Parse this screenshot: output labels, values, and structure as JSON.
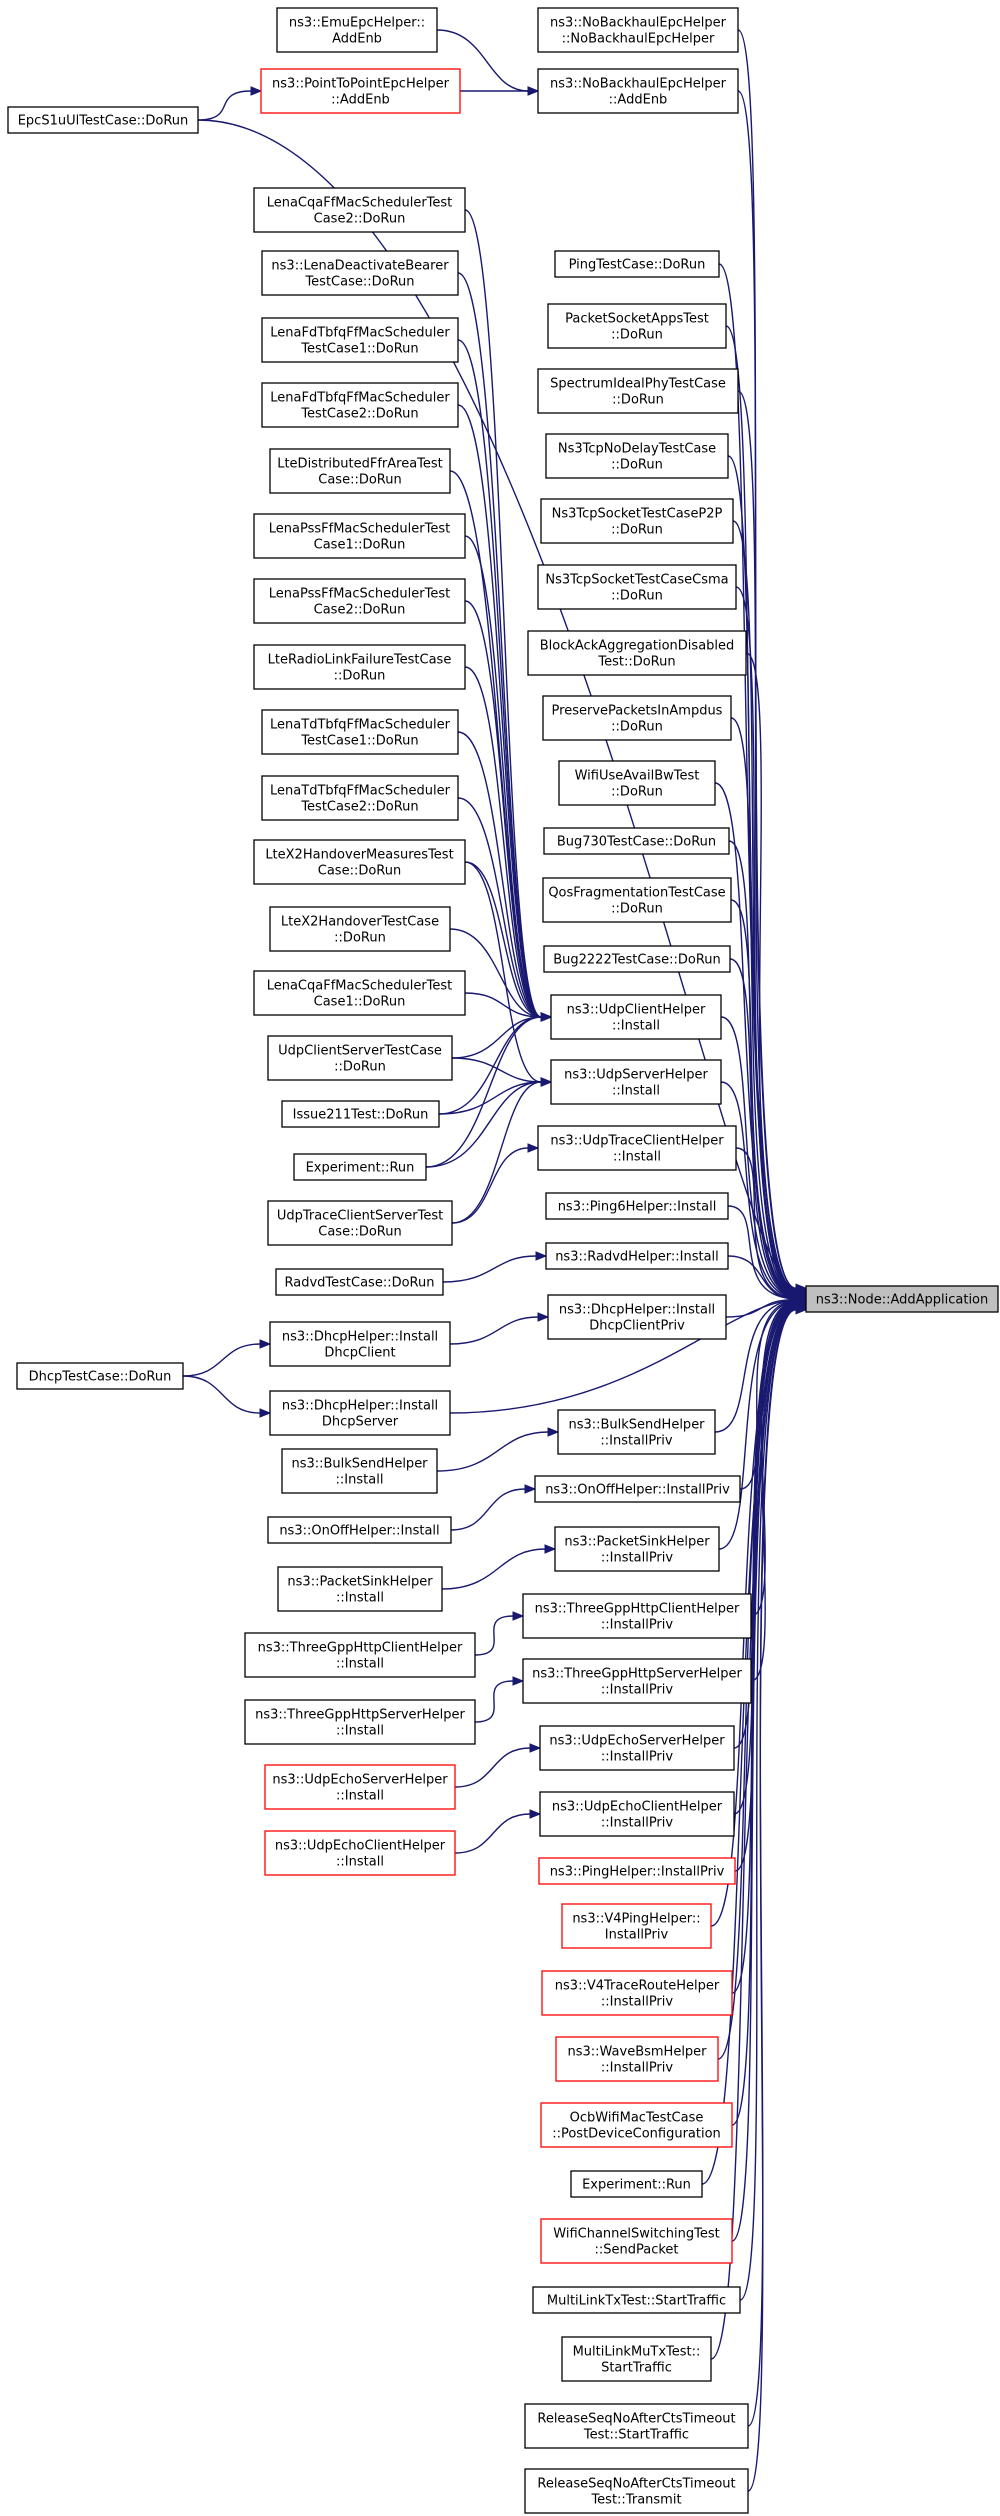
{
  "graph": {
    "title": "",
    "target": "ns3::Node::AddApplication",
    "nodes": [
      {
        "id": "target",
        "lines": [
          "ns3::Node::AddApplication"
        ],
        "target": true
      },
      {
        "id": "emuEpc",
        "lines": [
          "ns3::EmuEpcHelper::",
          "AddEnb"
        ]
      },
      {
        "id": "nbCtor",
        "lines": [
          "ns3::NoBackhaulEpcHelper",
          "::NoBackhaulEpcHelper"
        ]
      },
      {
        "id": "p2pEpc",
        "lines": [
          "ns3::PointToPointEpcHelper",
          "::AddEnb"
        ],
        "red": true
      },
      {
        "id": "nbAdd",
        "lines": [
          "ns3::NoBackhaulEpcHelper",
          "::AddEnb"
        ]
      },
      {
        "id": "epcS1u",
        "lines": [
          "EpcS1uUlTestCase::DoRun"
        ]
      },
      {
        "id": "cqa2",
        "lines": [
          "LenaCqaFfMacSchedulerTest",
          "Case2::DoRun"
        ]
      },
      {
        "id": "deact",
        "lines": [
          "ns3::LenaDeactivateBearer",
          "TestCase::DoRun"
        ]
      },
      {
        "id": "fdtb1",
        "lines": [
          "LenaFdTbfqFfMacScheduler",
          "TestCase1::DoRun"
        ]
      },
      {
        "id": "fdtb2",
        "lines": [
          "LenaFdTbfqFfMacScheduler",
          "TestCase2::DoRun"
        ]
      },
      {
        "id": "dffr",
        "lines": [
          "LteDistributedFfrAreaTest",
          "Case::DoRun"
        ]
      },
      {
        "id": "pss1",
        "lines": [
          "LenaPssFfMacSchedulerTest",
          "Case1::DoRun"
        ]
      },
      {
        "id": "pss2",
        "lines": [
          "LenaPssFfMacSchedulerTest",
          "Case2::DoRun"
        ]
      },
      {
        "id": "rlf",
        "lines": [
          "LteRadioLinkFailureTestCase",
          "::DoRun"
        ]
      },
      {
        "id": "tdtb1",
        "lines": [
          "LenaTdTbfqFfMacScheduler",
          "TestCase1::DoRun"
        ]
      },
      {
        "id": "tdtb2",
        "lines": [
          "LenaTdTbfqFfMacScheduler",
          "TestCase2::DoRun"
        ]
      },
      {
        "id": "x2meas",
        "lines": [
          "LteX2HandoverMeasuresTest",
          "Case::DoRun"
        ]
      },
      {
        "id": "x2ho",
        "lines": [
          "LteX2HandoverTestCase",
          "::DoRun"
        ]
      },
      {
        "id": "cqa1",
        "lines": [
          "LenaCqaFfMacSchedulerTest",
          "Case1::DoRun"
        ]
      },
      {
        "id": "udpcs",
        "lines": [
          "UdpClientServerTestCase",
          "::DoRun"
        ]
      },
      {
        "id": "issue211",
        "lines": [
          "Issue211Test::DoRun"
        ]
      },
      {
        "id": "expRun1",
        "lines": [
          "Experiment::Run"
        ]
      },
      {
        "id": "udptcs",
        "lines": [
          "UdpTraceClientServerTest",
          "Case::DoRun"
        ]
      },
      {
        "id": "radvdTc",
        "lines": [
          "RadvdTestCase::DoRun"
        ]
      },
      {
        "id": "dhcpTc",
        "lines": [
          "DhcpTestCase::DoRun"
        ]
      },
      {
        "id": "dhcpClient",
        "lines": [
          "ns3::DhcpHelper::Install",
          "DhcpClient"
        ]
      },
      {
        "id": "dhcpServer",
        "lines": [
          "ns3::DhcpHelper::Install",
          "DhcpServer"
        ]
      },
      {
        "id": "bulkInst",
        "lines": [
          "ns3::BulkSendHelper",
          "::Install"
        ]
      },
      {
        "id": "onoffInst",
        "lines": [
          "ns3::OnOffHelper::Install"
        ]
      },
      {
        "id": "sinkInst",
        "lines": [
          "ns3::PacketSinkHelper",
          "::Install"
        ]
      },
      {
        "id": "httpCInst",
        "lines": [
          "ns3::ThreeGppHttpClientHelper",
          "::Install"
        ]
      },
      {
        "id": "httpSInst",
        "lines": [
          "ns3::ThreeGppHttpServerHelper",
          "::Install"
        ]
      },
      {
        "id": "echoSInst",
        "lines": [
          "ns3::UdpEchoServerHelper",
          "::Install"
        ],
        "red": true
      },
      {
        "id": "echoCInst",
        "lines": [
          "ns3::UdpEchoClientHelper",
          "::Install"
        ],
        "red": true
      },
      {
        "id": "pingTc",
        "lines": [
          "PingTestCase::DoRun"
        ]
      },
      {
        "id": "psApps",
        "lines": [
          "PacketSocketAppsTest",
          "::DoRun"
        ]
      },
      {
        "id": "specPhy",
        "lines": [
          "SpectrumIdealPhyTestCase",
          "::DoRun"
        ]
      },
      {
        "id": "tcpNoDelay",
        "lines": [
          "Ns3TcpNoDelayTestCase",
          "::DoRun"
        ]
      },
      {
        "id": "tcpP2P",
        "lines": [
          "Ns3TcpSocketTestCaseP2P",
          "::DoRun"
        ]
      },
      {
        "id": "tcpCsma",
        "lines": [
          "Ns3TcpSocketTestCaseCsma",
          "::DoRun"
        ]
      },
      {
        "id": "blockAck",
        "lines": [
          "BlockAckAggregationDisabled",
          "Test::DoRun"
        ]
      },
      {
        "id": "preserve",
        "lines": [
          "PreservePacketsInAmpdus",
          "::DoRun"
        ]
      },
      {
        "id": "wifiBw",
        "lines": [
          "WifiUseAvailBwTest",
          "::DoRun"
        ]
      },
      {
        "id": "bug730",
        "lines": [
          "Bug730TestCase::DoRun"
        ]
      },
      {
        "id": "qosFrag",
        "lines": [
          "QosFragmentationTestCase",
          "::DoRun"
        ]
      },
      {
        "id": "bug2222",
        "lines": [
          "Bug2222TestCase::DoRun"
        ]
      },
      {
        "id": "udpClient",
        "lines": [
          "ns3::UdpClientHelper",
          "::Install"
        ]
      },
      {
        "id": "udpServer",
        "lines": [
          "ns3::UdpServerHelper",
          "::Install"
        ]
      },
      {
        "id": "udpTrace",
        "lines": [
          "ns3::UdpTraceClientHelper",
          "::Install"
        ]
      },
      {
        "id": "ping6",
        "lines": [
          "ns3::Ping6Helper::Install"
        ]
      },
      {
        "id": "radvd",
        "lines": [
          "ns3::RadvdHelper::Install"
        ]
      },
      {
        "id": "dhcpPriv",
        "lines": [
          "ns3::DhcpHelper::Install",
          "DhcpClientPriv"
        ]
      },
      {
        "id": "bulkPriv",
        "lines": [
          "ns3::BulkSendHelper",
          "::InstallPriv"
        ]
      },
      {
        "id": "onoffPriv",
        "lines": [
          "ns3::OnOffHelper::InstallPriv"
        ]
      },
      {
        "id": "sinkPriv",
        "lines": [
          "ns3::PacketSinkHelper",
          "::InstallPriv"
        ]
      },
      {
        "id": "httpCPriv",
        "lines": [
          "ns3::ThreeGppHttpClientHelper",
          "::InstallPriv"
        ]
      },
      {
        "id": "httpSPriv",
        "lines": [
          "ns3::ThreeGppHttpServerHelper",
          "::InstallPriv"
        ]
      },
      {
        "id": "echoSPriv",
        "lines": [
          "ns3::UdpEchoServerHelper",
          "::InstallPriv"
        ]
      },
      {
        "id": "echoCPriv",
        "lines": [
          "ns3::UdpEchoClientHelper",
          "::InstallPriv"
        ]
      },
      {
        "id": "pingPriv",
        "lines": [
          "ns3::PingHelper::InstallPriv"
        ],
        "red": true
      },
      {
        "id": "v4ping",
        "lines": [
          "ns3::V4PingHelper::",
          "InstallPriv"
        ],
        "red": true
      },
      {
        "id": "v4trace",
        "lines": [
          "ns3::V4TraceRouteHelper",
          "::InstallPriv"
        ],
        "red": true
      },
      {
        "id": "waveBsm",
        "lines": [
          "ns3::WaveBsmHelper",
          "::InstallPriv"
        ],
        "red": true
      },
      {
        "id": "ocb",
        "lines": [
          "OcbWifiMacTestCase",
          "::PostDeviceConfiguration"
        ],
        "red": true
      },
      {
        "id": "expRun2",
        "lines": [
          "Experiment::Run"
        ]
      },
      {
        "id": "wifiSwitch",
        "lines": [
          "WifiChannelSwitchingTest",
          "::SendPacket"
        ],
        "red": true
      },
      {
        "id": "mlTx",
        "lines": [
          "MultiLinkTxTest::StartTraffic"
        ]
      },
      {
        "id": "mlMu",
        "lines": [
          "MultiLinkMuTxTest::",
          "StartTraffic"
        ]
      },
      {
        "id": "rsStart",
        "lines": [
          "ReleaseSeqNoAfterCtsTimeout",
          "Test::StartTraffic"
        ]
      },
      {
        "id": "rsTrans",
        "lines": [
          "ReleaseSeqNoAfterCtsTimeout",
          "Test::Transmit"
        ]
      }
    ],
    "edges": [
      [
        "emuEpc",
        "nbAdd"
      ],
      [
        "p2pEpc",
        "nbAdd"
      ],
      [
        "epcS1u",
        "p2pEpc"
      ],
      [
        "nbCtor",
        "target"
      ],
      [
        "nbAdd",
        "target"
      ],
      [
        "epcS1u",
        "target"
      ],
      [
        "cqa2",
        "udpClient"
      ],
      [
        "deact",
        "udpClient"
      ],
      [
        "fdtb1",
        "udpClient"
      ],
      [
        "fdtb2",
        "udpClient"
      ],
      [
        "dffr",
        "udpClient"
      ],
      [
        "pss1",
        "udpClient"
      ],
      [
        "pss2",
        "udpClient"
      ],
      [
        "rlf",
        "udpClient"
      ],
      [
        "tdtb1",
        "udpClient"
      ],
      [
        "tdtb2",
        "udpClient"
      ],
      [
        "x2meas",
        "udpClient"
      ],
      [
        "x2ho",
        "udpClient"
      ],
      [
        "cqa1",
        "udpClient"
      ],
      [
        "udpcs",
        "udpClient"
      ],
      [
        "issue211",
        "udpClient"
      ],
      [
        "expRun1",
        "udpClient"
      ],
      [
        "x2meas",
        "udpServer"
      ],
      [
        "udpcs",
        "udpServer"
      ],
      [
        "issue211",
        "udpServer"
      ],
      [
        "expRun1",
        "udpServer"
      ],
      [
        "udptcs",
        "udpServer"
      ],
      [
        "udptcs",
        "udpTrace"
      ],
      [
        "radvdTc",
        "radvd"
      ],
      [
        "dhcpTc",
        "dhcpClient"
      ],
      [
        "dhcpTc",
        "dhcpServer"
      ],
      [
        "dhcpClient",
        "dhcpPriv"
      ],
      [
        "bulkInst",
        "bulkPriv"
      ],
      [
        "onoffInst",
        "onoffPriv"
      ],
      [
        "sinkInst",
        "sinkPriv"
      ],
      [
        "httpCInst",
        "httpCPriv"
      ],
      [
        "httpSInst",
        "httpSPriv"
      ],
      [
        "echoSInst",
        "echoSPriv"
      ],
      [
        "echoCInst",
        "echoCPriv"
      ],
      [
        "pingTc",
        "target"
      ],
      [
        "psApps",
        "target"
      ],
      [
        "specPhy",
        "target"
      ],
      [
        "tcpNoDelay",
        "target"
      ],
      [
        "tcpP2P",
        "target"
      ],
      [
        "tcpCsma",
        "target"
      ],
      [
        "blockAck",
        "target"
      ],
      [
        "preserve",
        "target"
      ],
      [
        "wifiBw",
        "target"
      ],
      [
        "bug730",
        "target"
      ],
      [
        "qosFrag",
        "target"
      ],
      [
        "bug2222",
        "target"
      ],
      [
        "udpClient",
        "target"
      ],
      [
        "udpServer",
        "target"
      ],
      [
        "udpTrace",
        "target"
      ],
      [
        "ping6",
        "target"
      ],
      [
        "radvd",
        "target"
      ],
      [
        "dhcpPriv",
        "target"
      ],
      [
        "dhcpServer",
        "target"
      ],
      [
        "bulkPriv",
        "target"
      ],
      [
        "onoffPriv",
        "target"
      ],
      [
        "sinkPriv",
        "target"
      ],
      [
        "httpCPriv",
        "target"
      ],
      [
        "httpSPriv",
        "target"
      ],
      [
        "echoSPriv",
        "target"
      ],
      [
        "echoCPriv",
        "target"
      ],
      [
        "pingPriv",
        "target"
      ],
      [
        "v4ping",
        "target"
      ],
      [
        "v4trace",
        "target"
      ],
      [
        "waveBsm",
        "target"
      ],
      [
        "ocb",
        "target"
      ],
      [
        "expRun2",
        "target"
      ],
      [
        "wifiSwitch",
        "target"
      ],
      [
        "mlTx",
        "target"
      ],
      [
        "mlMu",
        "target"
      ],
      [
        "rsStart",
        "target"
      ],
      [
        "rsTrans",
        "target"
      ]
    ]
  }
}
